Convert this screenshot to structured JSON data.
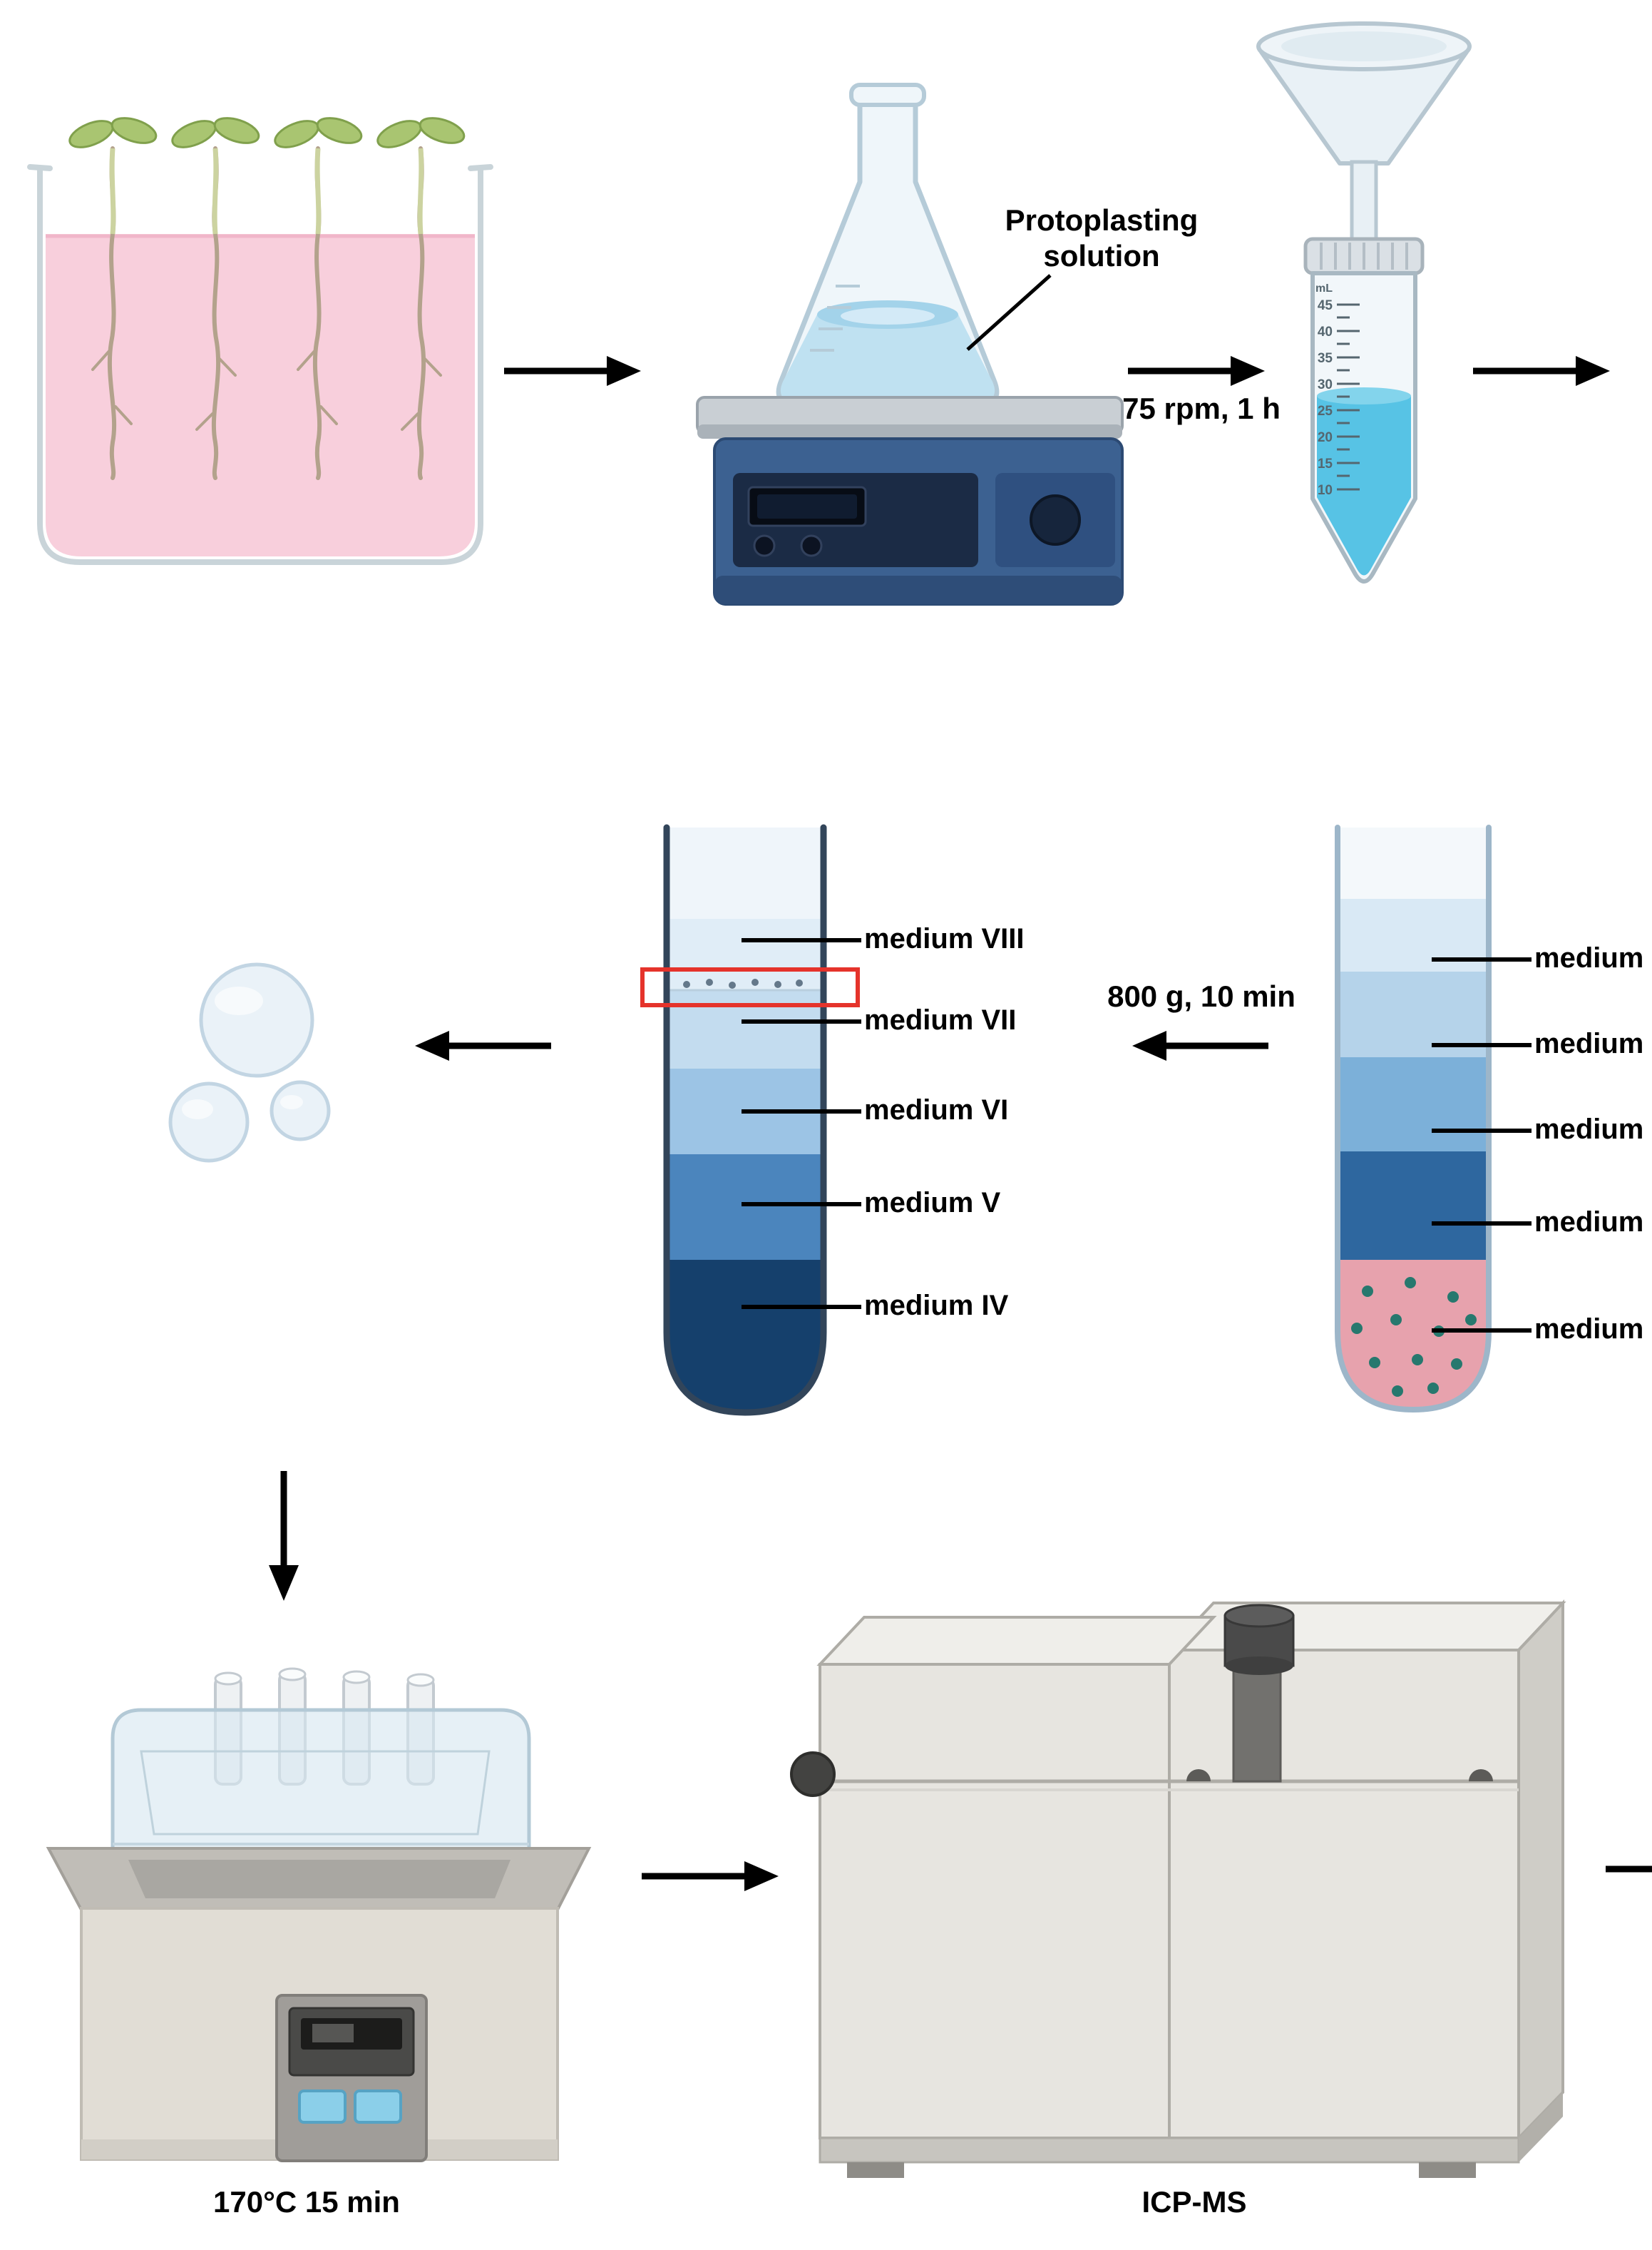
{
  "diagram": {
    "step_labels": {
      "protoplasting": "Protoplasting\nsolution",
      "shaking": "75 rpm, 1 h",
      "centrifugation": "800 g, 10 min",
      "water_bath": "170°C 15 min",
      "icp_ms": "ICP-MS"
    },
    "falcon_tube": {
      "unit": "mL",
      "graduations": [
        "45",
        "40",
        "35",
        "30",
        "25",
        "20",
        "15",
        "10"
      ]
    },
    "gradient_tube": {
      "labels": [
        "medium VIII",
        "medium VII",
        "medium VI",
        "medium V",
        "medium IV"
      ]
    },
    "loaded_tube": {
      "labels": [
        "medium",
        "medium",
        "medium",
        "medium",
        "medium"
      ]
    },
    "colors": {
      "arrow": "#000000",
      "highlight_box": "#e5332b",
      "seedling_medium_pink": "#f8cfdc",
      "protoplast_layer_pink": "#e7a2ad",
      "falcon_liquid_blue": "#57c3e5"
    }
  }
}
